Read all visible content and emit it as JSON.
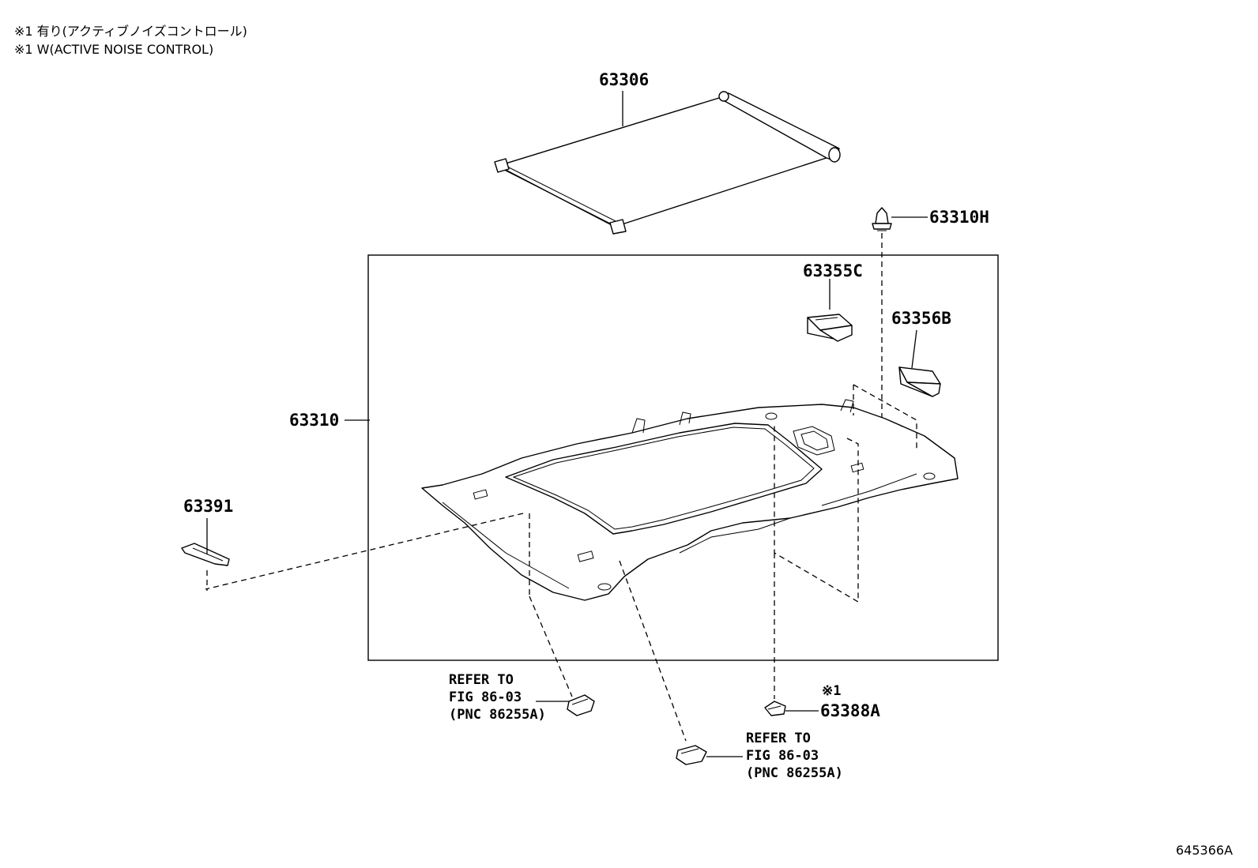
{
  "notes": [
    "※1 有り(アクティブノイズコントロール)",
    "※1 W(ACTIVE NOISE CONTROL)"
  ],
  "parts": {
    "shade": "63306",
    "clip": "63310H",
    "pad_c": "63355C",
    "pad_b": "63356B",
    "headliner": "63310",
    "bracket": "63391",
    "mic": "63388A",
    "mic_note": "※1"
  },
  "references": [
    {
      "line1": "REFER TO",
      "line2": "FIG 86-03",
      "line3": "(PNC 86255A)"
    },
    {
      "line1": "REFER TO",
      "line2": "FIG 86-03",
      "line3": "(PNC 86255A)"
    }
  ],
  "figure_id": "645366A"
}
